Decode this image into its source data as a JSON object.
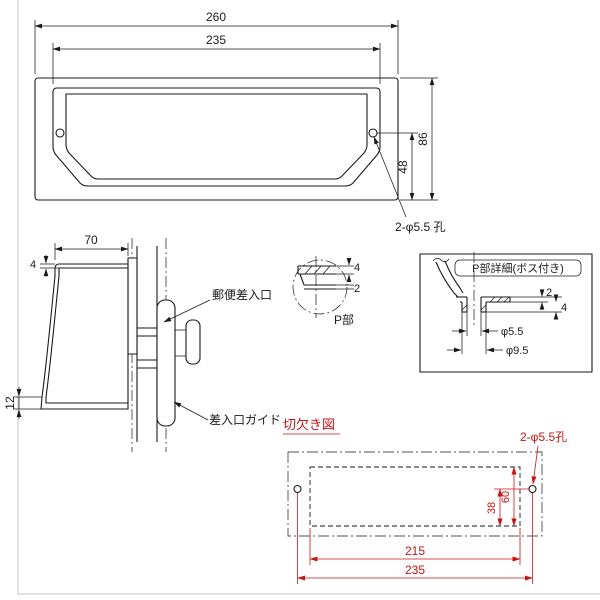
{
  "front_view": {
    "dim_width": "260",
    "dim_hole_spacing": "235",
    "dim_height": "86",
    "dim_hole_height": "48",
    "hole_note": "2-φ5.5 孔"
  },
  "side_view": {
    "dim_depth": "70",
    "dim_wall": "4",
    "dim_lip": "12",
    "label_mail_slot": "郵便差入口",
    "label_guide": "差入口ガイド"
  },
  "p_balloon": {
    "dim_4": "4",
    "dim_2": "2",
    "label": "P部"
  },
  "p_detail_box": {
    "title": "P部詳細(ボス付き)",
    "dim_thickness": "2",
    "dim_boss_height": "4",
    "dim_hole_dia": "φ5.5",
    "dim_boss_dia": "φ9.5"
  },
  "cutout_view": {
    "title": "切欠き図",
    "hole_note": "2-φ5.5孔",
    "dim_cutout_width": "215",
    "dim_hole_spacing": "235",
    "dim_hole_height": "38",
    "dim_cutout_height": "60"
  },
  "colors": {
    "line": "#1a1a1a",
    "accent_red": "#c81414"
  }
}
